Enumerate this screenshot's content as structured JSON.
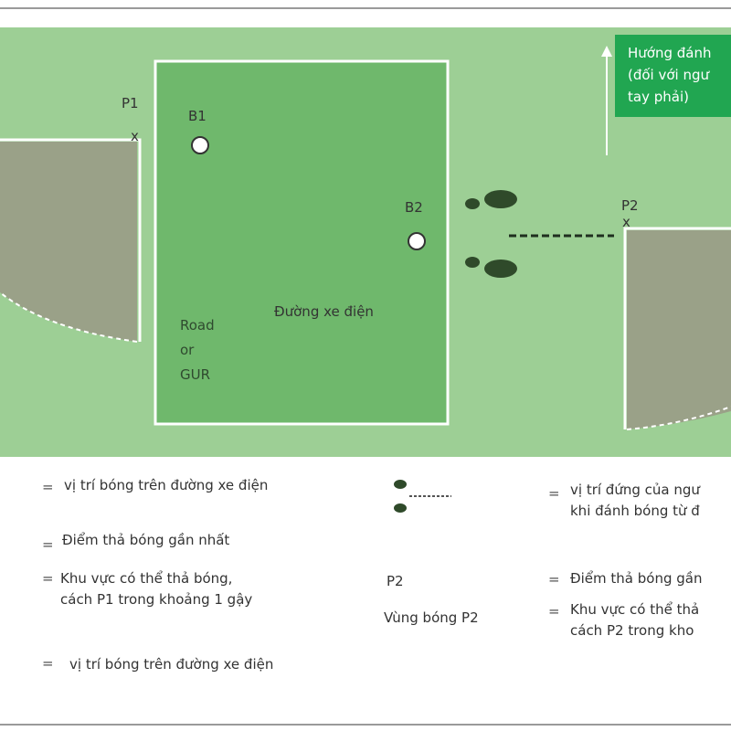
{
  "diagram": {
    "direction_label": "Hướng đánh\n(đối với ngư\ntay phải)",
    "p1_label": "P1",
    "b1_label": "B1",
    "b2_label": "B2",
    "p2_label": "P2",
    "road_name": "Đường xe điện",
    "road_or_gur": [
      "Road",
      "or",
      "GUR"
    ],
    "marker_x": "x"
  },
  "legend": {
    "eq": "=",
    "ball_position": "vị trí bóng trên đường xe điện",
    "nearest_drop_point": "Điểm thả bóng gần nhất",
    "drop_area_p1": "Khu vực có thể thả bóng,\ncách P1 trong khoảng 1 gậy",
    "ball_position_2": "vị trí bóng trên đường xe điện",
    "stance_position": "vị trí đứng của ngư\nkhi đánh bóng từ đ",
    "p2_label": "P2",
    "zone_p2": "Vùng bóng P2",
    "nearest_drop_point_2": "Điểm thả bóng gần",
    "drop_area_p2": "Khu vực có thể thả\ncách P2 trong kho"
  },
  "colors": {
    "field": "#9dcf95",
    "road": "#6fb86c",
    "drop_zone": "#9aa188",
    "direction_box": "#21a651",
    "footprint": "#2f4a2a"
  }
}
